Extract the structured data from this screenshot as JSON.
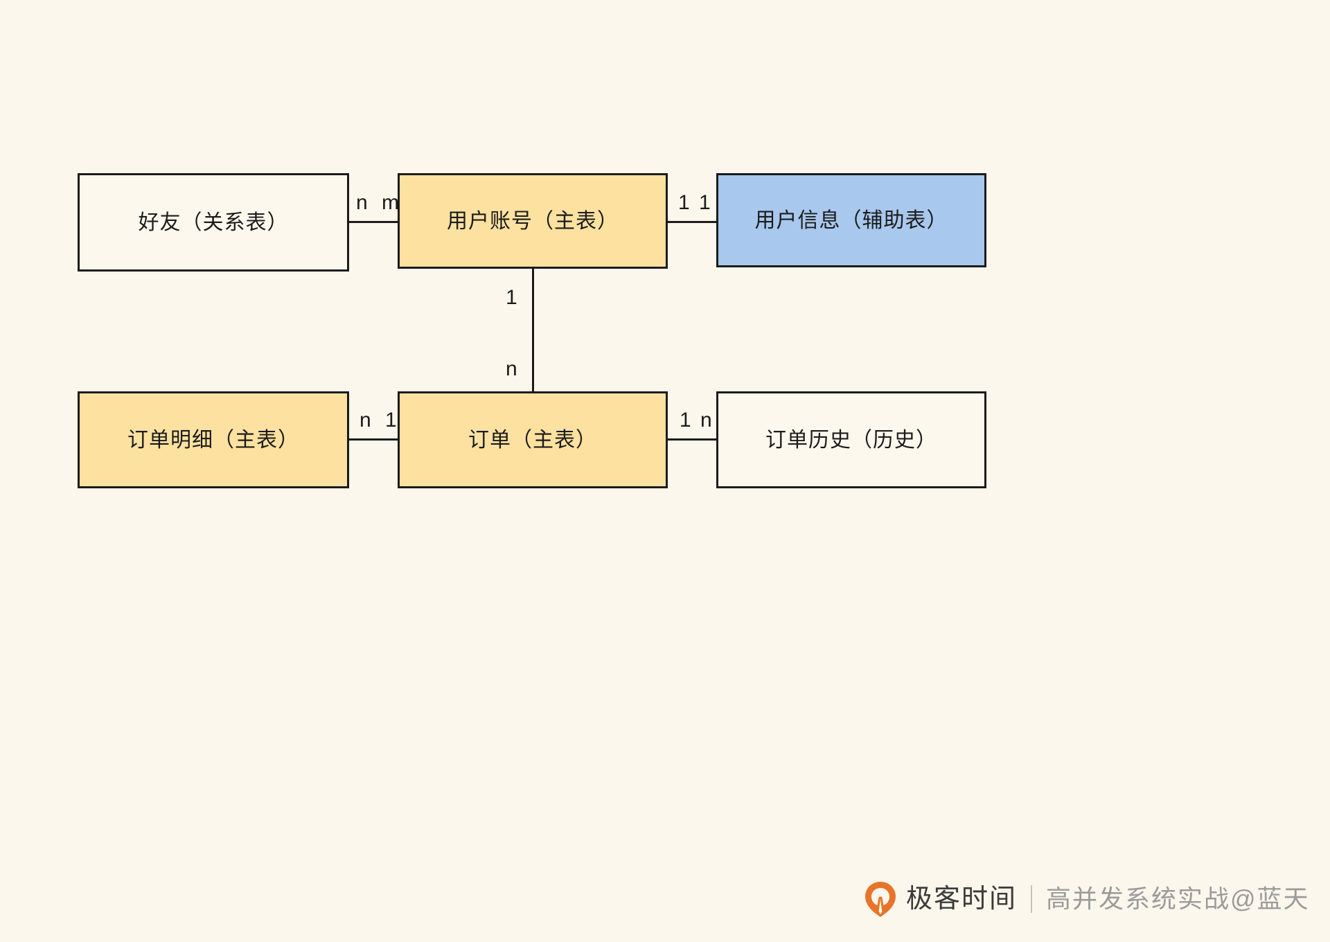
{
  "diagram": {
    "background_color": "#FBF7EC",
    "colors": {
      "plain": "#FCF8EE",
      "yellow": "#FCE1A0",
      "blue": "#A8C8ED",
      "stroke": "#1b1b1b"
    },
    "entities": [
      {
        "id": "friend",
        "label": "好友（关系表）",
        "fill": "plain"
      },
      {
        "id": "user_account",
        "label": "用户账号（主表）",
        "fill": "yellow"
      },
      {
        "id": "user_info",
        "label": "用户信息（辅助表）",
        "fill": "blue"
      },
      {
        "id": "order_detail",
        "label": "订单明细（主表）",
        "fill": "yellow"
      },
      {
        "id": "order",
        "label": "订单（主表）",
        "fill": "yellow"
      },
      {
        "id": "order_history",
        "label": "订单历史（历史）",
        "fill": "plain"
      }
    ],
    "relationships": [
      {
        "from": "friend",
        "to": "user_account",
        "from_card": "n",
        "to_card": "m"
      },
      {
        "from": "user_account",
        "to": "user_info",
        "from_card": "1",
        "to_card": "1"
      },
      {
        "from": "user_account",
        "to": "order",
        "from_card": "1",
        "to_card": "n"
      },
      {
        "from": "order_detail",
        "to": "order",
        "from_card": "n",
        "to_card": "1"
      },
      {
        "from": "order",
        "to": "order_history",
        "from_card": "1",
        "to_card": "n"
      }
    ]
  },
  "watermark": {
    "brand": "极客时间",
    "course": "高并发系统实战@蓝天",
    "logo_color": "#E8742A"
  }
}
